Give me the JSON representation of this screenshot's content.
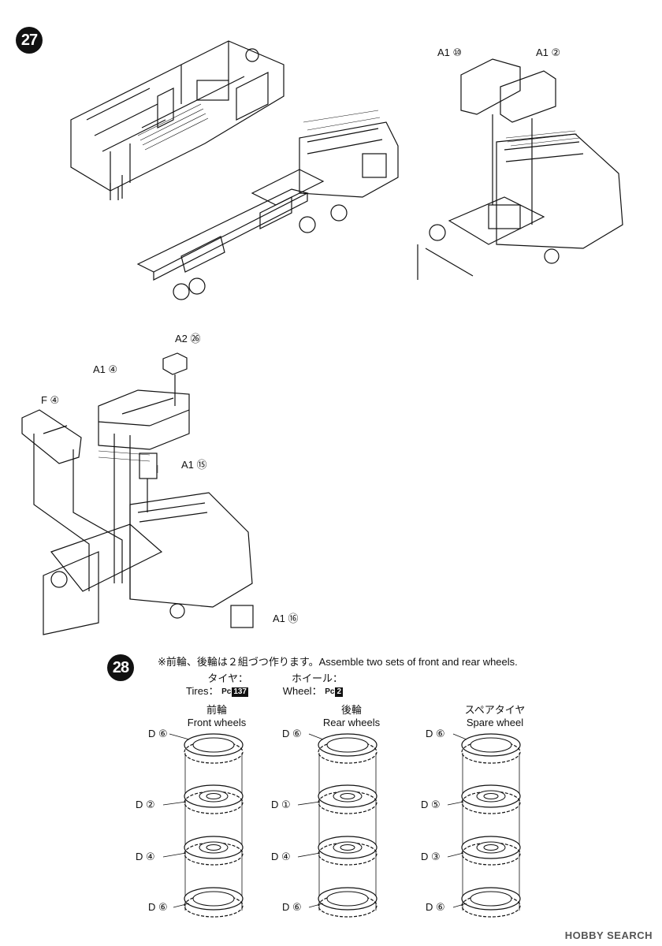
{
  "step27": {
    "number": "27"
  },
  "step28": {
    "number": "28",
    "note": "※前輪、後輪は２組づつ作ります。Assemble two sets of front and rear wheels.",
    "tires_label_jp": "タイヤ：",
    "tires_label_en": "Tires：",
    "tires_code_prefix": "Pc",
    "tires_code": "137",
    "wheel_label_jp": "ホイール：",
    "wheel_label_en": "Wheel：",
    "wheel_code_prefix": "Pc",
    "wheel_code": "2",
    "columns": [
      {
        "title_jp": "前輪",
        "title_en": "Front wheels",
        "parts": [
          "D ⑥",
          "D ②",
          "D ④",
          "D ⑥"
        ]
      },
      {
        "title_jp": "後輪",
        "title_en": "Rear wheels",
        "parts": [
          "D ⑥",
          "D ①",
          "D ④",
          "D ⑥"
        ]
      },
      {
        "title_jp": "スペアタイヤ",
        "title_en": "Spare wheel",
        "parts": [
          "D ⑥",
          "D ⑤",
          "D ③",
          "D ⑥"
        ]
      }
    ]
  },
  "callouts": {
    "a1_10": "A1 ⑩",
    "a1_2": "A1 ②",
    "a2_26": "A2 ㉖",
    "a1_4": "A1 ④",
    "f_4": "F ④",
    "a1_15": "A1 ⑮",
    "a1_16": "A1 ⑯"
  },
  "watermark": "HOBBY SEARCH",
  "colors": {
    "ink": "#111111",
    "paper": "#ffffff"
  }
}
